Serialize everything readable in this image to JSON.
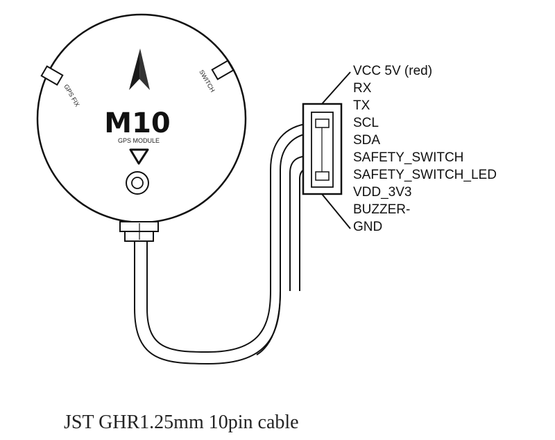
{
  "module": {
    "brand": "M10",
    "subtitle": "GPS MODULE",
    "led_left_label": "GPS FIX",
    "led_right_label": "SWITCH",
    "colors": {
      "stroke": "#111111",
      "fill": "#ffffff",
      "arrow": "#1a1a1a"
    }
  },
  "connector": {
    "pins": [
      {
        "label": "VCC 5V  (red)"
      },
      {
        "label": "RX"
      },
      {
        "label": "TX"
      },
      {
        "label": "SCL"
      },
      {
        "label": "SDA"
      },
      {
        "label": "SAFETY_SWITCH"
      },
      {
        "label": "SAFETY_SWITCH_LED"
      },
      {
        "label": "VDD_3V3"
      },
      {
        "label": "BUZZER-"
      },
      {
        "label": "GND"
      }
    ]
  },
  "caption": "JST GHR1.25mm 10pin cable"
}
